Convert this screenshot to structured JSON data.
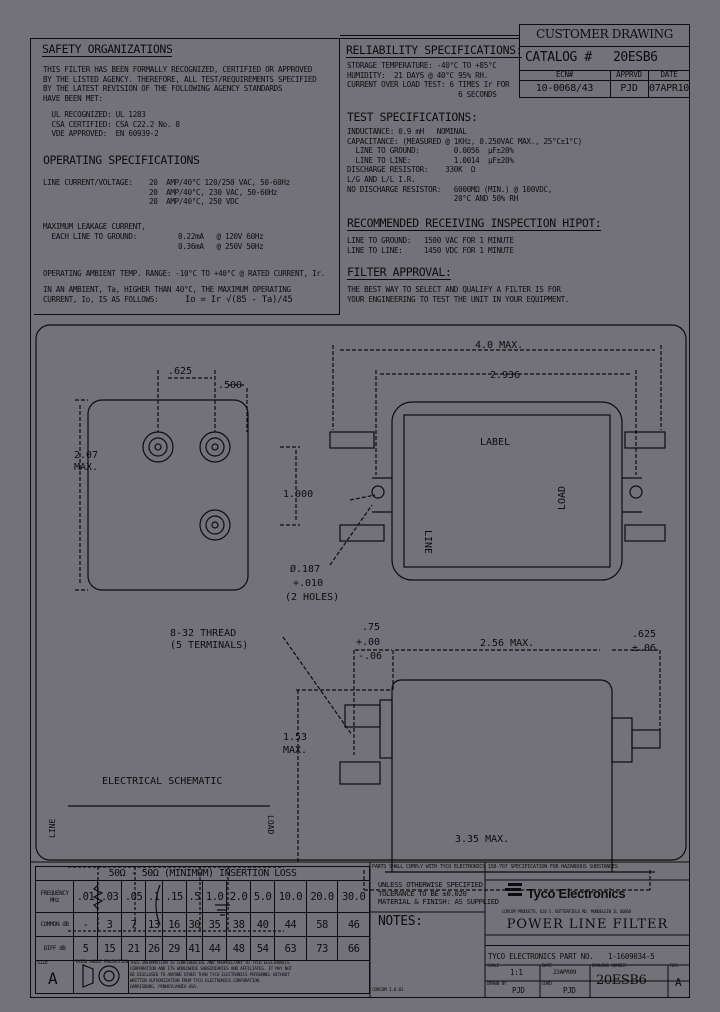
{
  "safety": {
    "title": "SAFETY ORGANIZATIONS",
    "body": "THIS FILTER HAS BEEN FORMALLY RECOGNIZED, CERTIFIED OR APPROVED\nBY THE LISTED AGENCY. THEREFORE, ALL TEST/REQUIREMENTS SPECIFIED\nBY THE LATEST REVISION OF THE FOLLOWING AGENCY STANDARDS\nHAVE BEEN MET:",
    "agencies": "  UL RECOGNIZED: UL 1283\n  CSA CERTIFIED: CSA C22.2 No. 8\n  VDE APPROVED:  EN 60939-2"
  },
  "operating": {
    "title": "OPERATING SPECIFICATIONS",
    "line_label": "LINE CURRENT/VOLTAGE:",
    "line_values": "20  AMP/40°C 120/250 VAC, 50-60Hz\n20  AMP/40°C, 230 VAC, 50-60Hz\n20  AMP/40°C, 250 VDC",
    "leak_label": "MAXIMUM LEAKAGE CURRENT,\n  EACH LINE TO GROUND:",
    "leak_values": "0.22mA   @ 120V 60Hz\n0.36mA   @ 250V 50Hz",
    "ambient": "OPERATING AMBIENT TEMP. RANGE: -10°C TO +40°C @ RATED CURRENT, Ir.",
    "derate": "IN AN AMBIENT, Ta, HIGHER THAN 40°C, THE MAXIMUM OPERATING\nCURRENT, Io, IS AS FOLLOWS:",
    "formula": "Io = Ir √(85 - Ta)/45"
  },
  "customer": {
    "title": "CUSTOMER DRAWING",
    "catalog_label": "CATALOG #",
    "catalog": "20ESB6",
    "cols": [
      "ECN#",
      "APPRVD",
      "DATE"
    ],
    "vals": [
      "10-0068/43",
      "PJD",
      "07APR10"
    ]
  },
  "reliability": {
    "title": "RELIABILITY SPECIFICATIONS:",
    "body": "STORAGE TEMPERATURE: -40°C TO +85°C\nHUMIDITY:  21 DAYS @ 40°C 95% RH.\nCURRENT OVER LOAD TEST: 6 TIMES Ir FOR\n                          6 SECONDS"
  },
  "test": {
    "title": "TEST SPECIFICATIONS:",
    "body": "INDUCTANCE: 0.9 mH   NOMINAL\nCAPACITANCE: (MEASURED @ 1KHz, 0.250VAC MAX., 25°C±1°C)\n  LINE TO GROUND:        0.0056  µF±20%\n  LINE TO LINE:          1.0014  µF±20%\nDISCHARGE RESISTOR:    330K  Ω\nL/G AND L/L I.R.\nNO DISCHARGE RESISTOR:   6000MΩ (MIN.) @ 100VDC,\n                         20°C AND 50% RH"
  },
  "hipot": {
    "title": "RECOMMENDED RECEIVING INSPECTION HIPOT:",
    "body": "LINE TO GROUND:   1500 VAC FOR 1 MINUTE\nLINE TO LINE:     1450 VDC FOR 1 MINUTE"
  },
  "approval": {
    "title": "FILTER APPROVAL:",
    "body": "THE BEST WAY TO SELECT AND QUALIFY A FILTER IS FOR\nYOUR ENGINEERING TO TEST THE UNIT IN YOUR EQUIPMENT."
  },
  "drawing": {
    "top_width": "4.0 MAX.",
    "mount_spacing": "2.936",
    "label": "LABEL",
    "line": "LINE",
    "load": "LOAD",
    "hole_dia": "Ø.187",
    "hole_tol": "+.010",
    "holes": "(2 HOLES)",
    "spacing_a": ".625",
    "spacing_b": ".500",
    "height": "2.07",
    "height_max": "MAX.",
    "term_spacing": "1.000",
    "thread": "8-32 THREAD",
    "terminals": "(5 TERMINALS)",
    "term_len": ".75",
    "term_tol_plus": "+.00",
    "term_tol_minus": "-.06",
    "body_len": "2.56 MAX.",
    "out_len": ".625",
    "out_tol": "±.06",
    "side_height": "1.53",
    "side_max": "MAX.",
    "total_len": "3.35 MAX.",
    "schematic_title": "ELECTRICAL SCHEMATIC",
    "sch_line": "LINE",
    "sch_load": "LOAD"
  },
  "insertion": {
    "title": "50Ω - 50Ω (MINIMUM) INSERTION LOSS",
    "row_labels": [
      "FREQUENCY MHz",
      "COMMON dB",
      "DIFF dB"
    ],
    "freq": [
      ".01",
      ".03",
      ".05",
      ".1",
      ".15",
      ".5",
      "1.0",
      "2.0",
      "5.0",
      "10.0",
      "20.0",
      "30.0"
    ],
    "row1": [
      "-",
      "3",
      "7",
      "13",
      "16",
      "30",
      "35",
      "38",
      "40",
      "44",
      "58",
      "46"
    ],
    "row2": [
      "5",
      "15",
      "21",
      "26",
      "29",
      "41",
      "44",
      "48",
      "54",
      "63",
      "73",
      "66"
    ]
  },
  "footer": {
    "size_label": "SIZE",
    "size": "A",
    "projection_label": "THIRD ANGLE PROJECTION",
    "confidential": "THIS INFORMATION IS CONFIDENTIAL AND PROPRIETARY TO TYCO ELECTRONICS\nCORPORATION AND ITS WORLDWIDE SUBSIDIARIES AND AFFILIATES. IT MAY NOT\nBE DISCLOSED TO ANYONE OTHER THAN TYCO ELECTRONICS PERSONNEL WITHOUT\nWRITTEN AUTHORIZATION FROM TYCO ELECTRONICS CORPORATION.\nHARRISBURG, PENNSYLVANIA USA.",
    "comply": "PARTS SHALL COMPLY WITH TYCO ELECTRONICS 158-707 SPECIFICATION FOR HAZARDOUS SUBSTANCES",
    "unless": "UNLESS OTHERWISE SPECIFIED\nTOLERANCE TO BE ±0.020\nMATERIAL & FINISH: AS SUPPLIED",
    "notes": "NOTES:",
    "corner": "CORCOM 1.0.01",
    "brand": "Tyco Electronics",
    "address": "CORCOM PRODUCTS, 620 S. BUTTERFIELD RD. MUNDELEIN IL 60060",
    "product": "POWER LINE FILTER",
    "part_label": "TYCO ELECTRONICS PART NO.",
    "part": "1-1609034-5",
    "scale_label": "SCALE",
    "scale": "1:1",
    "date_label": "DATE",
    "date": "23APR09",
    "dwg_label": "DRAWN BY",
    "dwg": "PJD",
    "chk_label": "CHKD",
    "chk": "PJD",
    "drawing_no_label": "DRAWING NUMBER",
    "drawing_no": "20ESB6",
    "rev_label": "REV.",
    "rev": "A"
  }
}
